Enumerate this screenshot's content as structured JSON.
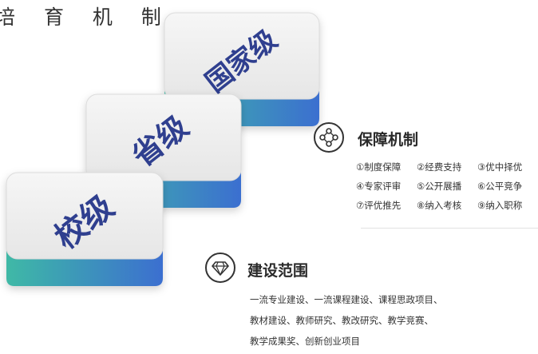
{
  "title": "培 育 机 制",
  "levels": [
    {
      "label": "国家级"
    },
    {
      "label": "省级"
    },
    {
      "label": "校级"
    }
  ],
  "colors": {
    "level_top": "#eeeeee",
    "level_side_start": "#3fb9a6",
    "level_side_end": "#3b6fd0",
    "level_text": "#2f3f8f"
  },
  "mechanism": {
    "icon": "network-nodes-icon",
    "title": "保障机制",
    "items": [
      "①制度保障",
      "②经费支持",
      "③优中择优",
      "④专家评审",
      "⑤公开展播",
      "⑥公平竞争",
      "⑦评优推先",
      "⑧纳入考核",
      "⑨纳入职称"
    ]
  },
  "scope": {
    "icon": "diamond-icon",
    "title": "建设范围",
    "lines": [
      "一流专业建设、一流课程建设、课程思政项目、",
      "教材建设、教师研究、教改研究、教学竞赛、",
      "教学成果奖、创新创业项目"
    ]
  }
}
